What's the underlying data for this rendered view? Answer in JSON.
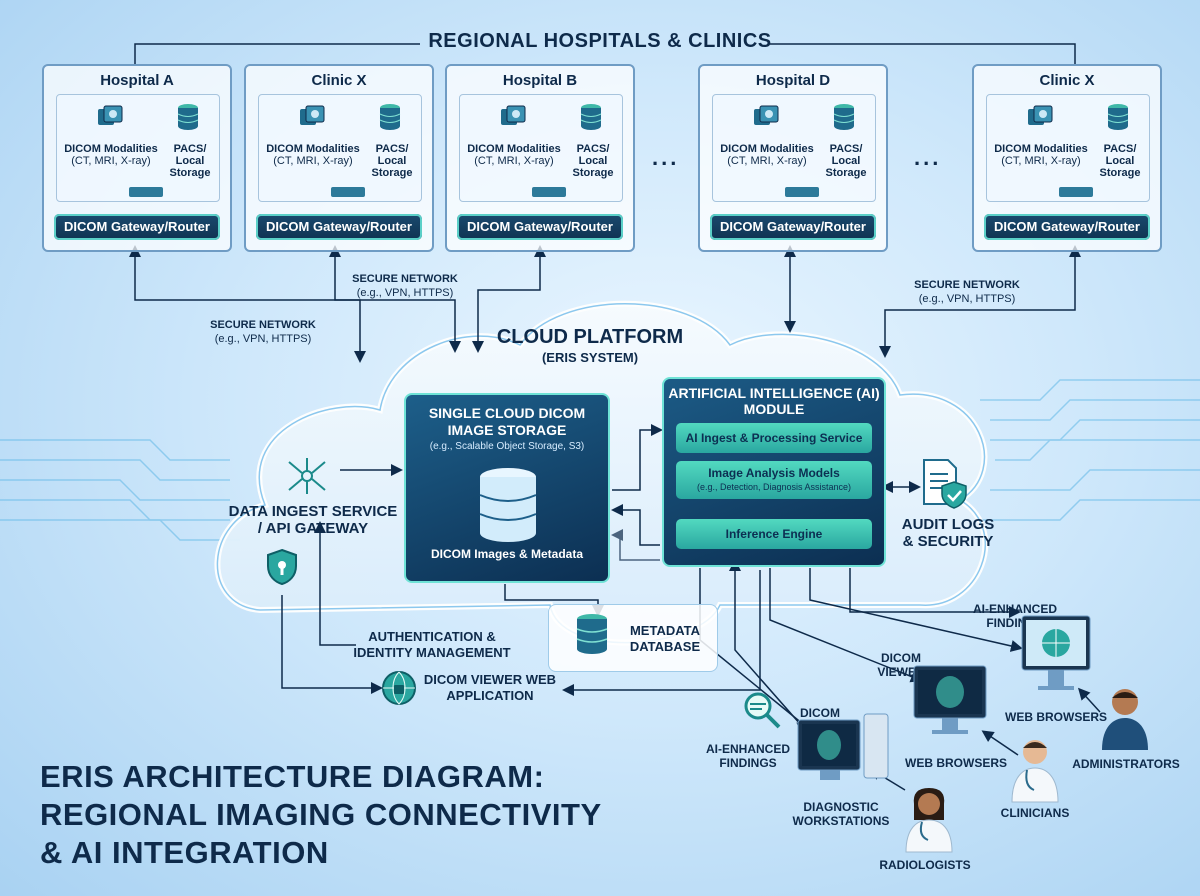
{
  "regional_title": "REGIONAL HOSPITALS & CLINICS",
  "sites": [
    {
      "name": "Hospital A",
      "modalities": "DICOM Modalities",
      "modalities_detail": "(CT, MRI, X-ray)",
      "pacs": "PACS/ Local Storage",
      "gateway": "DICOM Gateway/Router"
    },
    {
      "name": "Clinic X",
      "modalities": "DICOM Modalities",
      "modalities_detail": "(CT, MRI, X-ray)",
      "pacs": "PACS/ Local Storage",
      "gateway": "DICOM Gateway/Router"
    },
    {
      "name": "Hospital B",
      "modalities": "DICOM Modalities",
      "modalities_detail": "(CT, MRI, X-ray)",
      "pacs": "PACS/ Local Storage",
      "gateway": "DICOM Gateway/Router"
    },
    {
      "name": "Hospital D",
      "modalities": "DICOM Modalities",
      "modalities_detail": "(CT, MRI, X-ray)",
      "pacs": "PACS/ Local Storage",
      "gateway": "DICOM Gateway/Router"
    },
    {
      "name": "Clinic X",
      "modalities": "DICOM Modalities",
      "modalities_detail": "(CT, MRI, X-ray)",
      "pacs": "PACS/ Local Storage",
      "gateway": "DICOM Gateway/Router"
    }
  ],
  "ellipsis": "...",
  "network": {
    "label": "SECURE NETWORK",
    "detail": "(e.g., VPN, HTTPS)"
  },
  "cloud": {
    "title": "CLOUD PLATFORM",
    "subtitle": "(ERIS SYSTEM)"
  },
  "ingest": {
    "label": "DATA INGEST SERVICE / API GATEWAY"
  },
  "storage": {
    "title": "SINGLE CLOUD DICOM IMAGE STORAGE",
    "detail": "(e.g., Scalable Object Storage, S3)",
    "caption": "DICOM Images & Metadata"
  },
  "ai": {
    "title": "ARTIFICIAL INTELLIGENCE (AI) MODULE",
    "ingest": "AI Ingest & Processing Service",
    "models": "Image Analysis Models",
    "models_detail": "(e.g., Detection, Diagnosis Assistance)",
    "inference": "Inference Engine"
  },
  "audit": "AUDIT LOGS & SECURITY",
  "auth": "AUTHENTICATION & IDENTITY MANAGEMENT",
  "metadata_db": "METADATA DATABASE",
  "viewer_app": "DICOM VIEWER WEB APPLICATION",
  "clients": {
    "ai_findings": "AI-ENHANCED FINDINGS",
    "dicom_viewer": "DICOM VIEWER",
    "web_browsers": "WEB BROWSERS",
    "administrators": "ADMINISTRATORS",
    "clinicians": "CLINICIANS",
    "radiologists": "RADIOLOGISTS",
    "workstations": "DIAGNOSTIC WORKSTATIONS"
  },
  "main_title": [
    "ERIS ARCHITECTURE DIAGRAM:",
    "REGIONAL IMAGING CONNECTIVITY",
    "& AI INTEGRATION"
  ],
  "colors": {
    "navy": "#0e2a4a",
    "teal": "#52d9c0",
    "panel": "#0c2f52",
    "accent": "#6fe3d6"
  }
}
